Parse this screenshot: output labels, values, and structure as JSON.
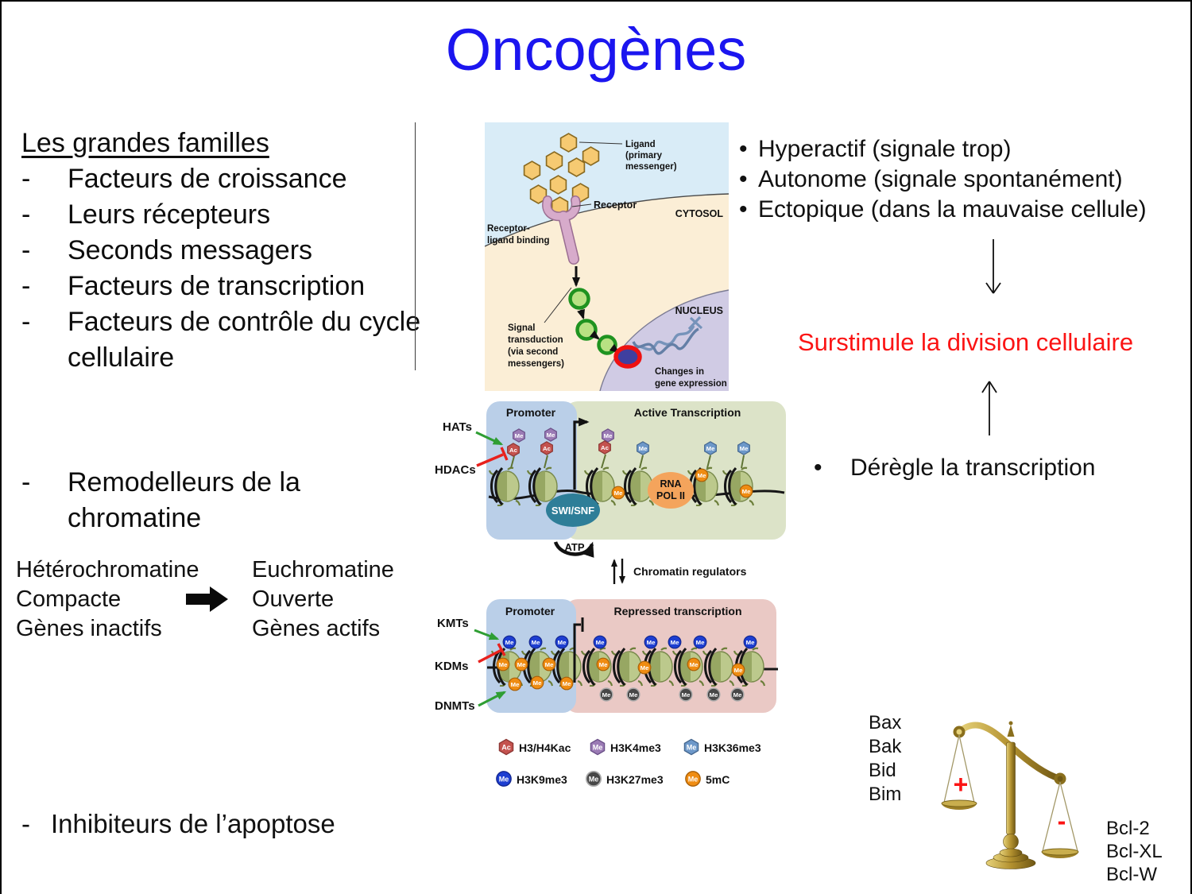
{
  "title": "Oncogènes",
  "glyphs": {
    "bullet": "•",
    "dash": "-"
  },
  "colors": {
    "title": "#1b15ef",
    "emphasis": "#fb1414"
  },
  "left_panel": {
    "heading": "Les grandes familles",
    "families": [
      "Facteurs de croissance",
      "Leurs récepteurs",
      "Seconds messagers",
      "Facteurs de transcription",
      "Facteurs de contrôle du cycle cellulaire"
    ],
    "remodelers": "Remodelleurs de la chromatine",
    "hetero": [
      "Hétérochromatine",
      "Compacte",
      "Gènes inactifs"
    ],
    "eu": [
      "Euchromatine",
      "Ouverte",
      "Gènes actifs"
    ],
    "apoptosis": "Inhibiteurs de l’apoptose"
  },
  "right_panel": {
    "bullets": [
      "Hyperactif (signale trop)",
      "Autonome (signale spontanément)",
      "Ectopique (dans la mauvaise cellule)"
    ],
    "overstimulates": "Surstimule la division cellulaire",
    "deregulates": "Dérègle la transcription"
  },
  "signaling": {
    "ligand": [
      "Ligand",
      "(primary",
      "messenger)"
    ],
    "receptor": "Receptor",
    "cytosol": "CYTOSOL",
    "binding": [
      "Receptor-",
      "ligand binding"
    ],
    "signal": [
      "Signal",
      "transduction",
      "(via second",
      "messengers)"
    ],
    "nucleus": "NUCLEUS",
    "changes": [
      "Changes in",
      "gene expression"
    ]
  },
  "chromatin": {
    "marks": {
      "me": "Me",
      "ac": "Ac"
    },
    "active": {
      "hats": "HATs",
      "hdacs": "HDACs",
      "promoter": "Promoter",
      "title": "Active Transcription",
      "rna": [
        "RNA",
        "POL II"
      ],
      "swisnf": "SWI/SNF",
      "atp": "ATP"
    },
    "regulators": "Chromatin regulators",
    "repressed": {
      "kmts": "KMTs",
      "kdms": "KDMs",
      "dnmts": "DNMTs",
      "promoter": "Promoter",
      "title": "Repressed transcription"
    },
    "legend": [
      "H3/H4Kac",
      "H3K4me3",
      "H3K36me3",
      "H3K9me3",
      "H3K27me3",
      "5mC"
    ]
  },
  "balance": {
    "pro": [
      "Bax",
      "Bak",
      "Bid",
      "Bim"
    ],
    "anti": [
      "Bcl-2",
      "Bcl-XL",
      "Bcl-W"
    ],
    "plus": "+",
    "minus": "-"
  }
}
